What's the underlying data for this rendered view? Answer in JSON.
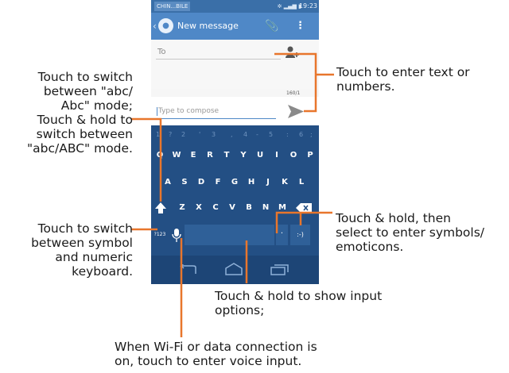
{
  "status_bar": {
    "carrier": "CHIN...BILE",
    "time": "19:23"
  },
  "action_bar": {
    "title": "New message"
  },
  "recipient": {
    "placeholder": "To"
  },
  "counter": "160/1",
  "compose": {
    "placeholder": "Type to compose"
  },
  "keyboard": {
    "hint_row": [
      "1",
      "?",
      "2",
      "'",
      "3",
      ",",
      "4",
      "-",
      "5",
      ":",
      "6",
      ";"
    ],
    "row1": [
      "Q",
      "W",
      "E",
      "R",
      "T",
      "Y",
      "U",
      "I",
      "O",
      "P"
    ],
    "row2": [
      "A",
      "S",
      "D",
      "F",
      "G",
      "H",
      "J",
      "K",
      "L"
    ],
    "row3": [
      "Z",
      "X",
      "C",
      "V",
      "B",
      "N",
      "M"
    ],
    "symbol_key": "?123",
    "period_key": ".",
    "emoticon_key": ":-)"
  },
  "callouts": {
    "shift_1": "Touch to switch",
    "shift_2": "between \"abc/",
    "shift_3": "Abc\" mode;",
    "shift_4": "Touch & hold to",
    "shift_5": "switch between",
    "shift_6": "\"abc/ABC\" mode.",
    "symbol_1": "Touch to switch",
    "symbol_2": "between symbol",
    "symbol_3": "and numeric",
    "symbol_4": "keyboard.",
    "text_1": "Touch to enter text or",
    "text_2": "numbers.",
    "emoticon_1": "Touch & hold, then",
    "emoticon_2": "select to enter symbols/",
    "emoticon_3": "emoticons.",
    "options_1": "Touch & hold to show input",
    "options_2": "options;",
    "voice_1": "When Wi-Fi or data connection is",
    "voice_2": "on, touch to enter voice input."
  },
  "colors": {
    "leader_line": "#e8762c",
    "keyboard_bg": "#234f84",
    "action_bar": "#4f88c7"
  }
}
